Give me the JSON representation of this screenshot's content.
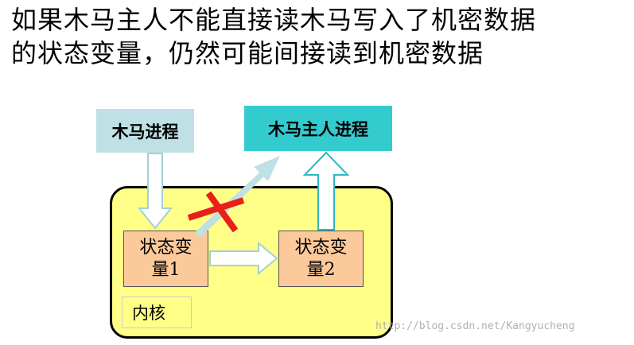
{
  "title": {
    "line1": "如果木马主人不能直接读木马写入了机密数据",
    "line2": "的状态变量，仍然可能间接读到机密数据"
  },
  "nodes": {
    "trojan_process": "木马进程",
    "owner_process": "木马主人进程",
    "state_var_1": "状态变\n量1",
    "state_var_2": "状态变\n量2",
    "kernel": "内核"
  },
  "watermark": "http://blog.csdn.net/Kangyucheng",
  "colors": {
    "trojan_fill": "#bfe0e4",
    "owner_fill": "#34cbcf",
    "kernel_fill": "#ffff88",
    "var_fill": "#fbc99a",
    "blocked_mark": "#e8201a"
  }
}
